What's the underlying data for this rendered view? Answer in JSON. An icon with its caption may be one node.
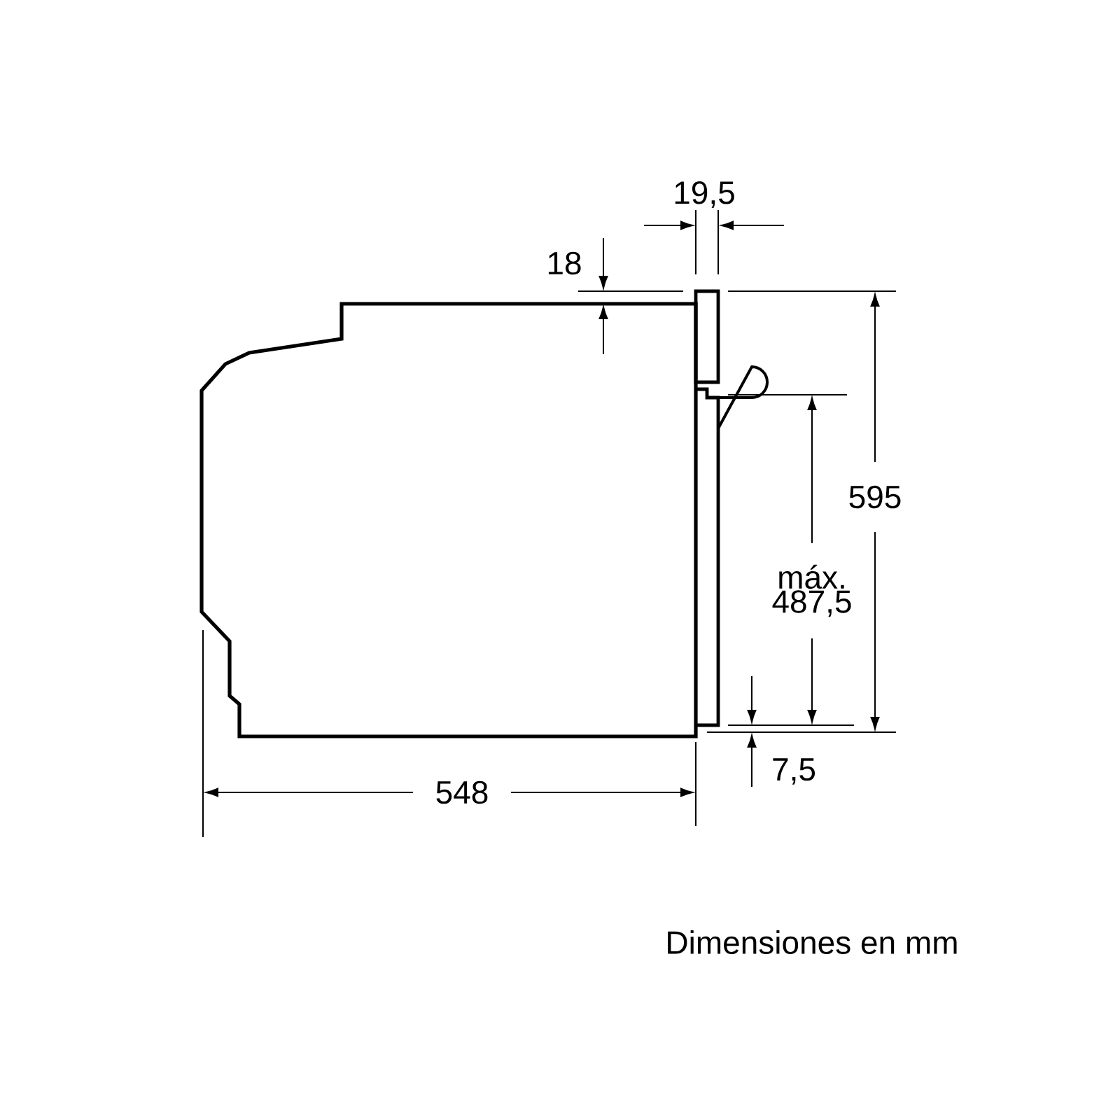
{
  "diagram": {
    "caption": "Dimensiones en mm",
    "labels": [
      "19,5",
      "18",
      "595",
      "máx. 487,5",
      "548",
      "7,5"
    ]
  }
}
